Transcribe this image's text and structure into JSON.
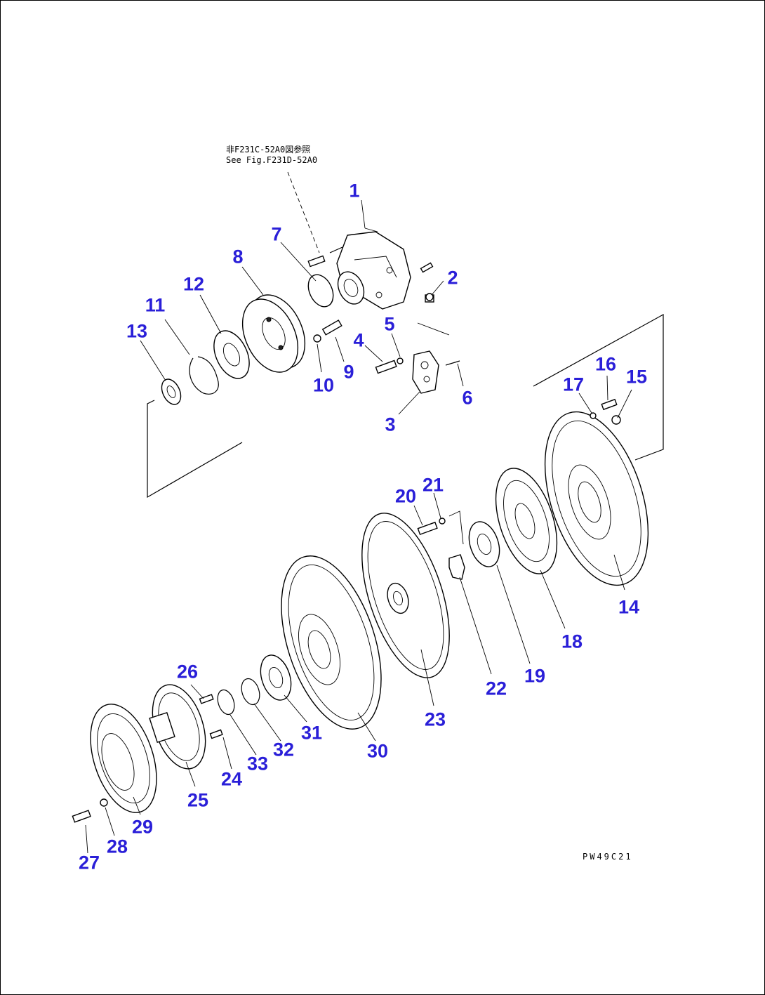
{
  "reference_note": {
    "line1": "非F231C-52A0図参照",
    "line2": "See Fig.F231D-52A0"
  },
  "drawing_code": "PW49C21",
  "callouts": [
    {
      "id": "1",
      "label": "1"
    },
    {
      "id": "2",
      "label": "2"
    },
    {
      "id": "3",
      "label": "3"
    },
    {
      "id": "4",
      "label": "4"
    },
    {
      "id": "5",
      "label": "5"
    },
    {
      "id": "6",
      "label": "6"
    },
    {
      "id": "7",
      "label": "7"
    },
    {
      "id": "8",
      "label": "8"
    },
    {
      "id": "9",
      "label": "9"
    },
    {
      "id": "10",
      "label": "10"
    },
    {
      "id": "11",
      "label": "11"
    },
    {
      "id": "12",
      "label": "12"
    },
    {
      "id": "13",
      "label": "13"
    },
    {
      "id": "14",
      "label": "14"
    },
    {
      "id": "15",
      "label": "15"
    },
    {
      "id": "16",
      "label": "16"
    },
    {
      "id": "17",
      "label": "17"
    },
    {
      "id": "18",
      "label": "18"
    },
    {
      "id": "19",
      "label": "19"
    },
    {
      "id": "20",
      "label": "20"
    },
    {
      "id": "21",
      "label": "21"
    },
    {
      "id": "22",
      "label": "22"
    },
    {
      "id": "23",
      "label": "23"
    },
    {
      "id": "24",
      "label": "24"
    },
    {
      "id": "25",
      "label": "25"
    },
    {
      "id": "26",
      "label": "26"
    },
    {
      "id": "27",
      "label": "27"
    },
    {
      "id": "28",
      "label": "28"
    },
    {
      "id": "29",
      "label": "29"
    },
    {
      "id": "30",
      "label": "30"
    },
    {
      "id": "31",
      "label": "31"
    },
    {
      "id": "32",
      "label": "32"
    },
    {
      "id": "33",
      "label": "33"
    }
  ],
  "colors": {
    "callout": "#2a1fd8",
    "line": "#000000",
    "background": "#ffffff"
  }
}
